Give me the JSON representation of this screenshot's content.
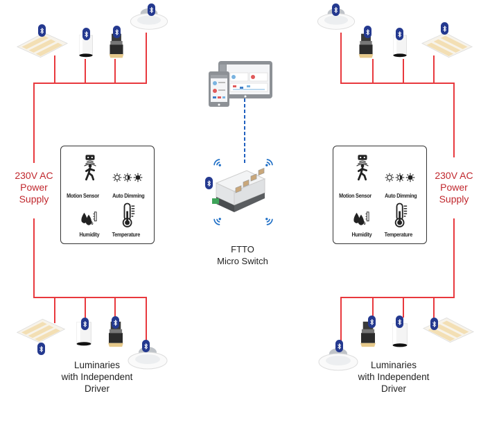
{
  "diagram": {
    "title": "FTTO Micro Switch lighting control topology",
    "center": {
      "switch_label_line1": "FTTO",
      "switch_label_line2": "Micro Switch",
      "devices": [
        "tablet",
        "smartphone"
      ],
      "link_style": "dashed"
    },
    "left": {
      "power_supply": {
        "line1": "230V AC",
        "line2": "Power",
        "line3": "Supply"
      },
      "sensor_box": {
        "items": [
          {
            "icon": "motion-sensor-icon",
            "label": "Motion Sensor"
          },
          {
            "icon": "auto-dimming-icon",
            "label": "Auto Dimming"
          },
          {
            "icon": "humidity-icon",
            "label": "Humidity"
          },
          {
            "icon": "temperature-icon",
            "label": "Temperature"
          }
        ]
      },
      "top_luminaires": [
        "panel-light",
        "cylinder-downlight",
        "spotlight",
        "recessed-downlight"
      ],
      "bottom_luminaires": [
        "panel-light",
        "cylinder-downlight",
        "spotlight",
        "recessed-downlight"
      ],
      "caption": {
        "line1": "Luminaries",
        "line2": "with Independent",
        "line3": "Driver"
      }
    },
    "right": {
      "power_supply": {
        "line1": "230V AC",
        "line2": "Power",
        "line3": "Supply"
      },
      "sensor_box": {
        "items": [
          {
            "icon": "motion-sensor-icon",
            "label": "Motion Sensor"
          },
          {
            "icon": "auto-dimming-icon",
            "label": "Auto Dimming"
          },
          {
            "icon": "humidity-icon",
            "label": "Humidity"
          },
          {
            "icon": "temperature-icon",
            "label": "Temperature"
          }
        ]
      },
      "top_luminaires": [
        "recessed-downlight",
        "spotlight",
        "cylinder-downlight",
        "panel-light"
      ],
      "bottom_luminaires": [
        "recessed-downlight",
        "spotlight",
        "cylinder-downlight",
        "panel-light"
      ],
      "caption": {
        "line1": "Luminaries",
        "line2": "with Independent",
        "line3": "Driver"
      }
    },
    "colors": {
      "wire": "#e8383d",
      "power_text": "#c0272d",
      "bluetooth_badge": "#24398f",
      "wifi": "#1f6fc6",
      "link": "#1f5fbf"
    }
  }
}
